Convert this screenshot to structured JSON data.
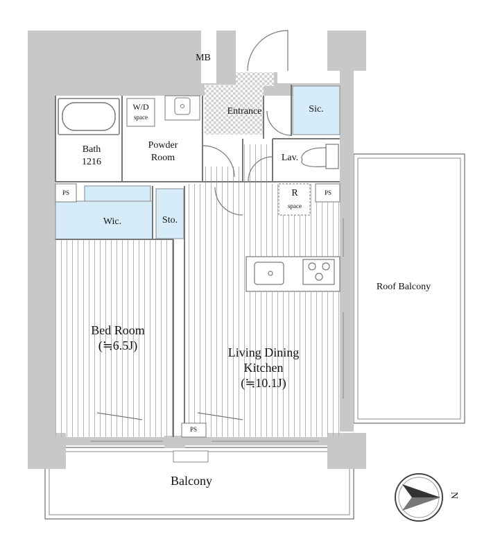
{
  "rooms": {
    "mb": "MB",
    "wd_line1": "W/D",
    "wd_line2": "space",
    "entrance": "Entrance",
    "sic": "Sic.",
    "bath_line1": "Bath",
    "bath_line2": "1216",
    "powder_line1": "Powder",
    "powder_line2": "Room",
    "lav": "Lav.",
    "ps_top_left": "PS",
    "r_line1": "R",
    "r_line2": "space",
    "ps_top_right": "PS",
    "wic": "Wic.",
    "sto": "Sto.",
    "roof_balcony": "Roof Balcony",
    "bed_line1": "Bed Room",
    "bed_line2": "(≒6.5J)",
    "ldk_line1": "Living Dining",
    "ldk_line2": "Kitchen",
    "ldk_line3": "(≒10.1J)",
    "ps_bottom": "PS",
    "balcony": "Balcony"
  },
  "compass": {
    "label": "N"
  },
  "colors": {
    "wall": "#cccccc",
    "storage": "#d8eefa",
    "floor_line": "#b0b0b0",
    "tile": "#e0e0e0",
    "outline": "#666666"
  }
}
